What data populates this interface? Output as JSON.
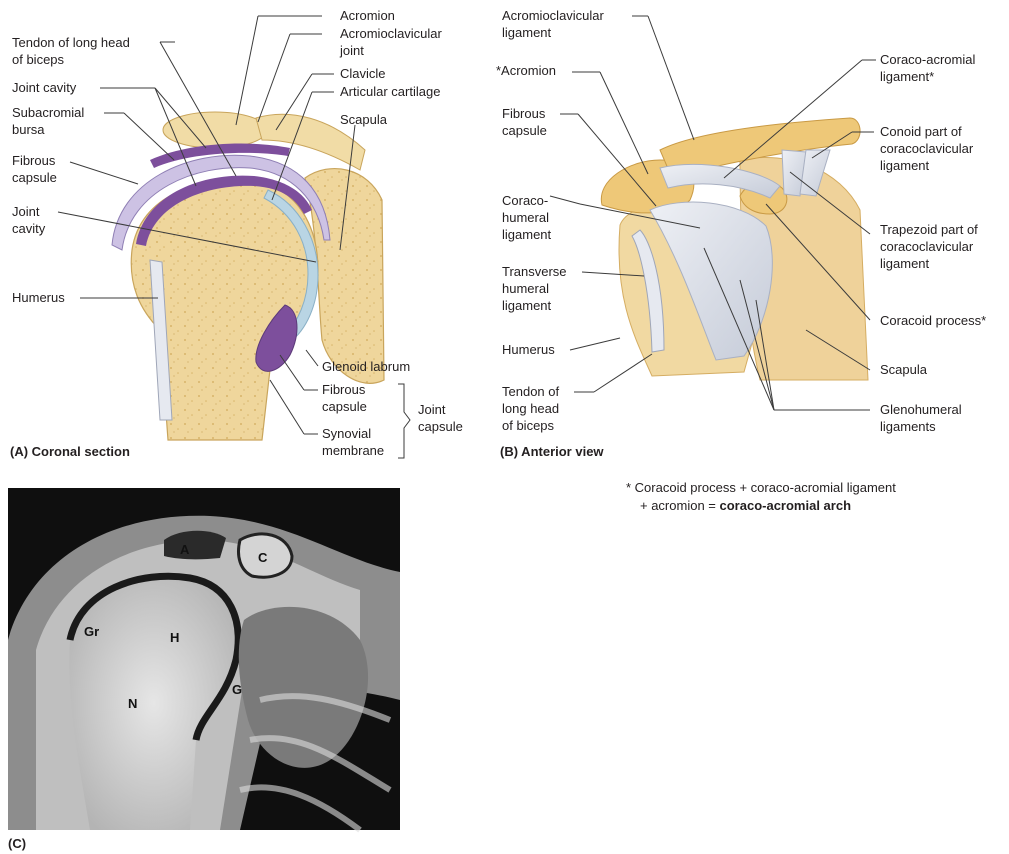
{
  "panel_a": {
    "caption": "(A) Coronal section",
    "labels": {
      "acromion": "Acromion",
      "acromioclavicular_joint": [
        "Acromioclavicular",
        "joint"
      ],
      "clavicle": "Clavicle",
      "articular_cartilage": "Articular cartilage",
      "scapula": "Scapula",
      "tendon_long_head": [
        "Tendon of long head",
        "of biceps"
      ],
      "joint_cavity_top": "Joint cavity",
      "subacromial_bursa": [
        "Subacromial",
        "bursa"
      ],
      "fibrous_capsule_left": [
        "Fibrous",
        "capsule"
      ],
      "joint_cavity_mid": [
        "Joint",
        "cavity"
      ],
      "humerus": "Humerus",
      "glenoid_labrum": "Glenoid labrum",
      "fibrous_capsule_low": [
        "Fibrous",
        "capsule"
      ],
      "synovial_membrane": [
        "Synovial",
        "membrane"
      ],
      "joint_capsule": [
        "Joint",
        "capsule"
      ]
    }
  },
  "panel_b": {
    "caption": "(B) Anterior view",
    "labels": {
      "acromioclavicular_ligament": [
        "Acromioclavicular",
        "ligament"
      ],
      "acromion": "*Acromion",
      "fibrous_capsule": [
        "Fibrous",
        "capsule"
      ],
      "coracohumeral": [
        "Coraco-",
        "humeral",
        "ligament"
      ],
      "transverse_humeral": [
        "Transverse",
        "humeral",
        "ligament"
      ],
      "humerus": "Humerus",
      "tendon_long_head": [
        "Tendon of",
        "long head",
        "of biceps"
      ],
      "coraco_acromial_ligament": [
        "Coraco-acromial",
        "ligament*"
      ],
      "conoid_part": [
        "Conoid part of",
        "coracoclavicular",
        "ligament"
      ],
      "trapezoid_part": [
        "Trapezoid part of",
        "coracoclavicular",
        "ligament"
      ],
      "coracoid_process": "Coracoid process*",
      "scapula": "Scapula",
      "glenohumeral": [
        "Glenohumeral",
        "ligaments"
      ]
    }
  },
  "footnote": {
    "line1": "* Coracoid process + coraco-acromial ligament",
    "line2_prefix": "+ acromion = ",
    "line2_bold": "coraco-acromial arch"
  },
  "panel_c": {
    "caption": "(C)",
    "letters": {
      "a": "A",
      "c": "C",
      "gr": "Gr",
      "h": "H",
      "n": "N",
      "g": "G"
    }
  },
  "colors": {
    "bone": "#f1dca6",
    "bone_dark": "#e2bf72",
    "capsule_lavender": "#cdc2e4",
    "synovial_purple": "#7d4f9c",
    "cartilage_blue": "#b9d5e4",
    "ligament_gray": "#d9dde6"
  }
}
